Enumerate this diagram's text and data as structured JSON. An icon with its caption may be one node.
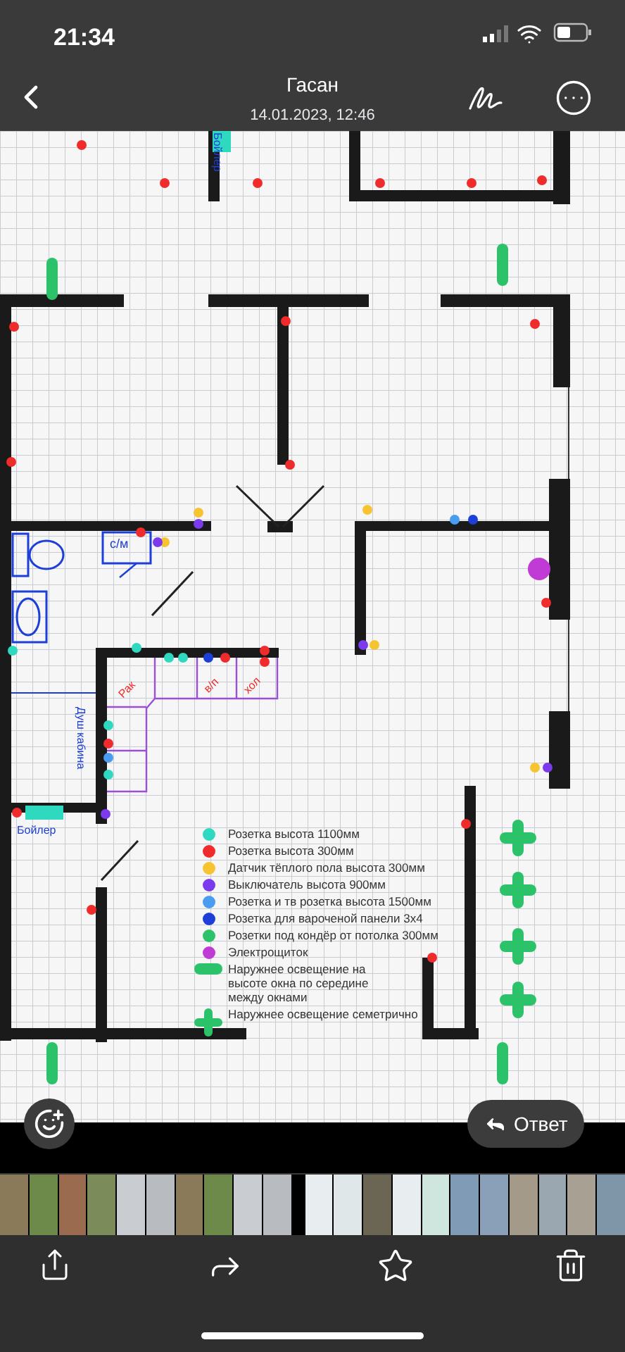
{
  "diagram": {
    "labels": [
      "21:34",
      "Гасан",
      "14.01.2023, 12:46",
      "Бойлер",
      "с/м",
      "Рак",
      "в/п",
      "хол",
      "Душ кабина",
      "Бойлер",
      "Ответ"
    ],
    "legend": [
      {
        "text": "Розетка высота 1100мм",
        "color": "#2fd9c0"
      },
      {
        "text": "Розетка высота 300мм",
        "color": "#ef2b2b"
      },
      {
        "text": "Датчик тёплого пола высота 300мм",
        "color": "#f7c431"
      },
      {
        "text": "Выключатель высота 900мм",
        "color": "#7c3aed"
      },
      {
        "text": "Розетка и тв розетка высота 1500мм",
        "color": "#4a9cf0"
      },
      {
        "text": "Розетка для вароченой панели 3х4",
        "color": "#1d3fd8"
      },
      {
        "text": "Розетки под кондёр от потолка 300мм",
        "color": "#2cc26a"
      },
      {
        "text": "Электрощиток",
        "color": "#c03ad6"
      },
      {
        "text": "Наружнее освещение на высоте окна по середине между окнами"
      },
      {
        "text": "Наружнее освещение семетрично"
      }
    ]
  }
}
